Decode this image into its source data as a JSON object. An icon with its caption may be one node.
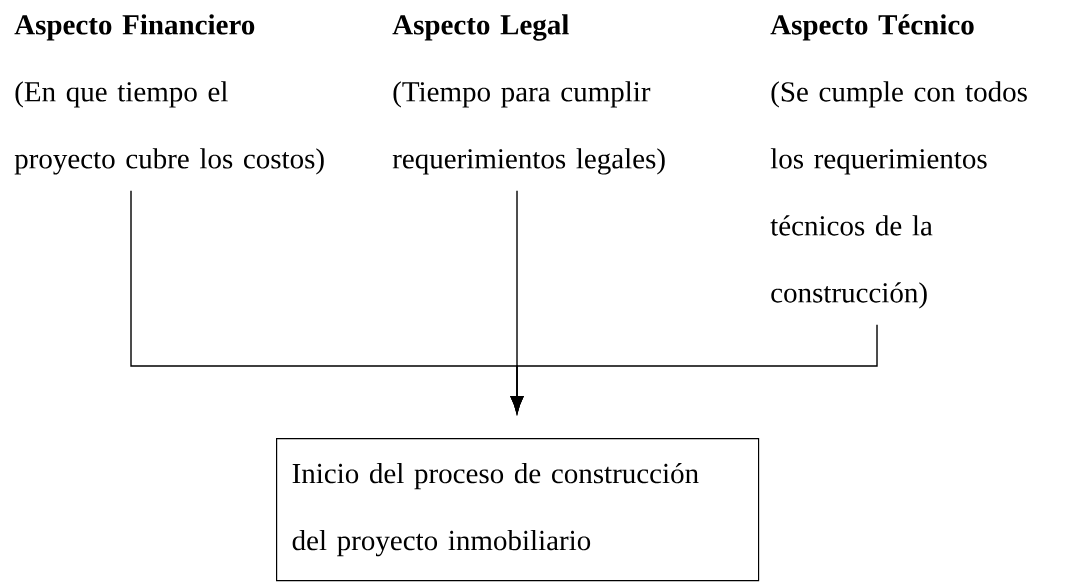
{
  "diagram": {
    "nodes": [
      {
        "text": [
          "Aspecto Financiero",
          "(En que tiempo el proyecto cubre los costos)"
        ]
      },
      {
        "text": [
          "Aspecto Legal",
          "(Tiempo para cumplir requerimientos legales)"
        ]
      },
      {
        "text": [
          "Aspecto Técnico",
          "(Se cumple con todos los requerimientos técnicos de la construcción)"
        ]
      },
      {
        "text": [
          "Inicio del proceso de construcción del proyecto inmobiliario"
        ]
      }
    ],
    "edges": [
      {
        "from": 0,
        "to": 3,
        "arrow": "to"
      },
      {
        "from": 1,
        "to": 3,
        "arrow": "to"
      },
      {
        "from": 2,
        "to": 3,
        "arrow": "to"
      }
    ]
  }
}
